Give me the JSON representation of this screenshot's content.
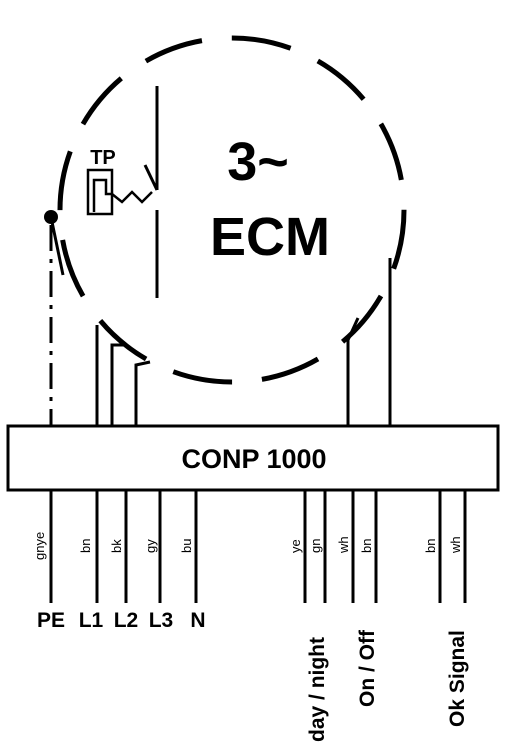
{
  "motor": {
    "line1": "3~",
    "line2": "ECM"
  },
  "thermal_protector": {
    "label": "TP"
  },
  "controller": {
    "label": "CONP 1000"
  },
  "wires": [
    {
      "color_code": "gnye",
      "terminal": "PE"
    },
    {
      "color_code": "bn",
      "terminal": "L1"
    },
    {
      "color_code": "bk",
      "terminal": "L2"
    },
    {
      "color_code": "gy",
      "terminal": "L3"
    },
    {
      "color_code": "bu",
      "terminal": "N"
    },
    {
      "color_code": "ye"
    },
    {
      "color_code": "gn"
    },
    {
      "color_code": "wh"
    },
    {
      "color_code": "bn"
    },
    {
      "color_code": "bn"
    },
    {
      "color_code": "wh"
    }
  ],
  "functions": {
    "day_night": "day / night",
    "on_off": "On / Off",
    "ok_signal": "Ok Signal"
  }
}
